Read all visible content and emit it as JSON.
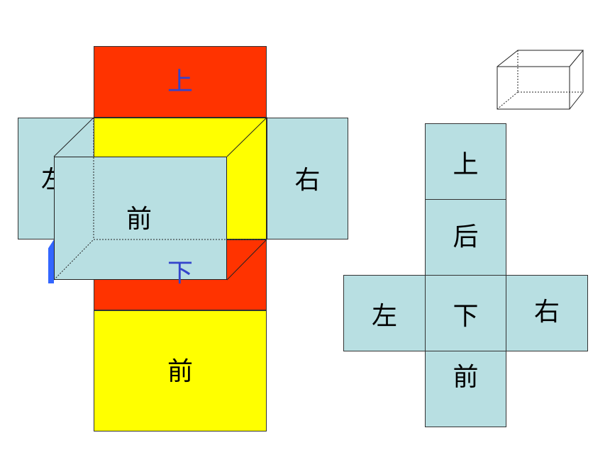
{
  "colors": {
    "top_face": "#ff3300",
    "side_face": "#b8dfe2",
    "bottom_face": "#ff3300",
    "front_face": "#ffff00",
    "back_face": "#ffff00",
    "edge": "#333333",
    "label_blue": "#3344cc",
    "accent_blue": "#3366ff"
  },
  "left_net": {
    "top_label": "上",
    "left_label": "左",
    "right_label": "右",
    "front_label": "前",
    "bottom_label": "下",
    "lower_front_label": "前"
  },
  "right_net": {
    "top_label": "上",
    "back_label": "后",
    "left_label": "左",
    "bottom_label": "下",
    "right_label": "右",
    "front_label": "前"
  },
  "icons": {
    "box_wireframe": "cuboid-icon"
  }
}
